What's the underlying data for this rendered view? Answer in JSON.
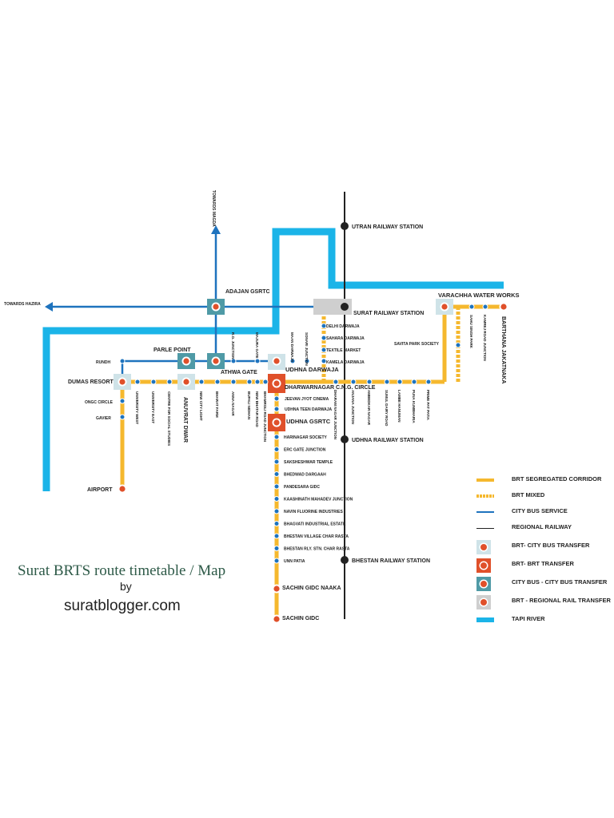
{
  "colors": {
    "brt_segregated": "#f5b82e",
    "brt_mixed": "#f5b82e",
    "city_bus": "#1e73be",
    "regional_railway": "#222222",
    "tapi_river": "#1bb4e8",
    "brt_city_bus_transfer": "#cfe3e8",
    "brt_brt_transfer": "#e0502a",
    "city_bus_transfer": "#4f9aa6",
    "brt_regional_rail_transfer": "#cfcfcf",
    "station_dot": "#e0502a"
  },
  "labels": {
    "towards_hazira": "TOWARDS HAZIRA",
    "towards_magdalla": "TOWARDS MAGDA",
    "utran_station": "UTRAN RAILWAY STATION",
    "surat_station": "SURAT RAILWAY STATION",
    "udhna_station": "UDHNA RAILWAY STATION",
    "bhestan_station": "BHESTAN RAILWAY STATION",
    "varachha": "VARACHHA WATER WORKS",
    "barthana": "BARTHANA JAKATNAKA",
    "adajan": "ADAJAN GSRTC",
    "parle_point": "PARLE POINT",
    "athwa_gate": "ATHWA GATE",
    "udhna_darwaja": "UDHNA DARWAJA",
    "dharwarnagar": "DHARWARNAGAR C.N.G. CIRCLE",
    "udhna_gsrtc": "UDHNA GSRTC",
    "dumas_resort": "DUMAS RESORT",
    "anuvrat_dwar": "ANUVRAT DWAR",
    "airport": "AIRPORT",
    "rundh": "RUNDH",
    "ongc_circle": "ONGC CIRCLE",
    "gaviar": "GAVIER",
    "delhi_darwaja": "DELHI DARWAJA",
    "sahara_darwaja": "SAHARA DARWAJA",
    "textile_market": "TEXTILE MARKET",
    "kamela_darwaja": "KAMELA DARWAJA",
    "savita_park": "SAVITA PARK SOCIETY",
    "jeevan_jyot": "JEEVAN JYOT CINEMA",
    "udhna_teen": "UDHNA TEEN DARWAJA",
    "sachin_gidc_naaka": "SACHIN GIDC NAAKA",
    "sachin_gidc": "SACHIN GIDC"
  },
  "south_stops": [
    "HARINAGAR SOCIETY",
    "ERC GATE JUNCTION",
    "SAKSHESHWAR TEMPLE",
    "BHEDWAD DARGAAH",
    "PANDESARA GIDC",
    "KAASHINATH MAHADEV JUNCTION",
    "NAVIN FLUORINE INDUSTRIES",
    "BHAGVATI INDUSTRIAL ESTATE",
    "BHESTAN VILLAGE CHAR RASTA",
    "BHESTAN RLY. STN. CHAR RASTA",
    "UNN PATIA"
  ],
  "west_stops": [
    "UNIVERSITY WEST",
    "UNIVERSITY EAST",
    "CENTRE FOR SOCIAL STUDIES",
    "NEW CITY LIGHT",
    "BHARAT FARM",
    "ANNA NAGAR",
    "BUPALI NIDHAN",
    "NEW BHATAR ROAD",
    "BHAMROLI ROAD JUNCTION"
  ],
  "north_stops": [
    "R.O. JUNCTION",
    "MAJURA GATE",
    "MAAN DARWAJA",
    "SONARI JUNCTION"
  ],
  "east_stops": [
    "DHARAM NAGAR JUNCTION",
    "ANJANA JUNCTION",
    "AMBEDKAR NAGAR",
    "SUMUL DAIRY ROAD",
    "LAMBE HANUMAN",
    "PUNA KUMBHARIA",
    "PRIME PAT PATIA",
    "SAHU SINGH PARK",
    "KAMREJ ROAD JUNCTION"
  ],
  "legend": [
    {
      "key": "segregated",
      "label": "BRT SEGREGATED CORRIDOR"
    },
    {
      "key": "mixed",
      "label": "BRT MIXED"
    },
    {
      "key": "citybus",
      "label": "CITY BUS SERVICE"
    },
    {
      "key": "railway",
      "label": "REGIONAL RAILWAY"
    },
    {
      "key": "brt_citybus",
      "label": "BRT- CITY BUS TRANSFER"
    },
    {
      "key": "brt_brt",
      "label": "BRT- BRT TRANSFER"
    },
    {
      "key": "citybus_citybus",
      "label": "CITY BUS - CITY BUS TRANSFER"
    },
    {
      "key": "brt_rail",
      "label": "BRT - REGIONAL RAIL TRANSFER"
    },
    {
      "key": "tapi",
      "label": "TAPI RIVER"
    }
  ],
  "credit": {
    "title": "Surat BRTS route timetable / Map",
    "by": "by",
    "site": "suratblogger.com"
  }
}
